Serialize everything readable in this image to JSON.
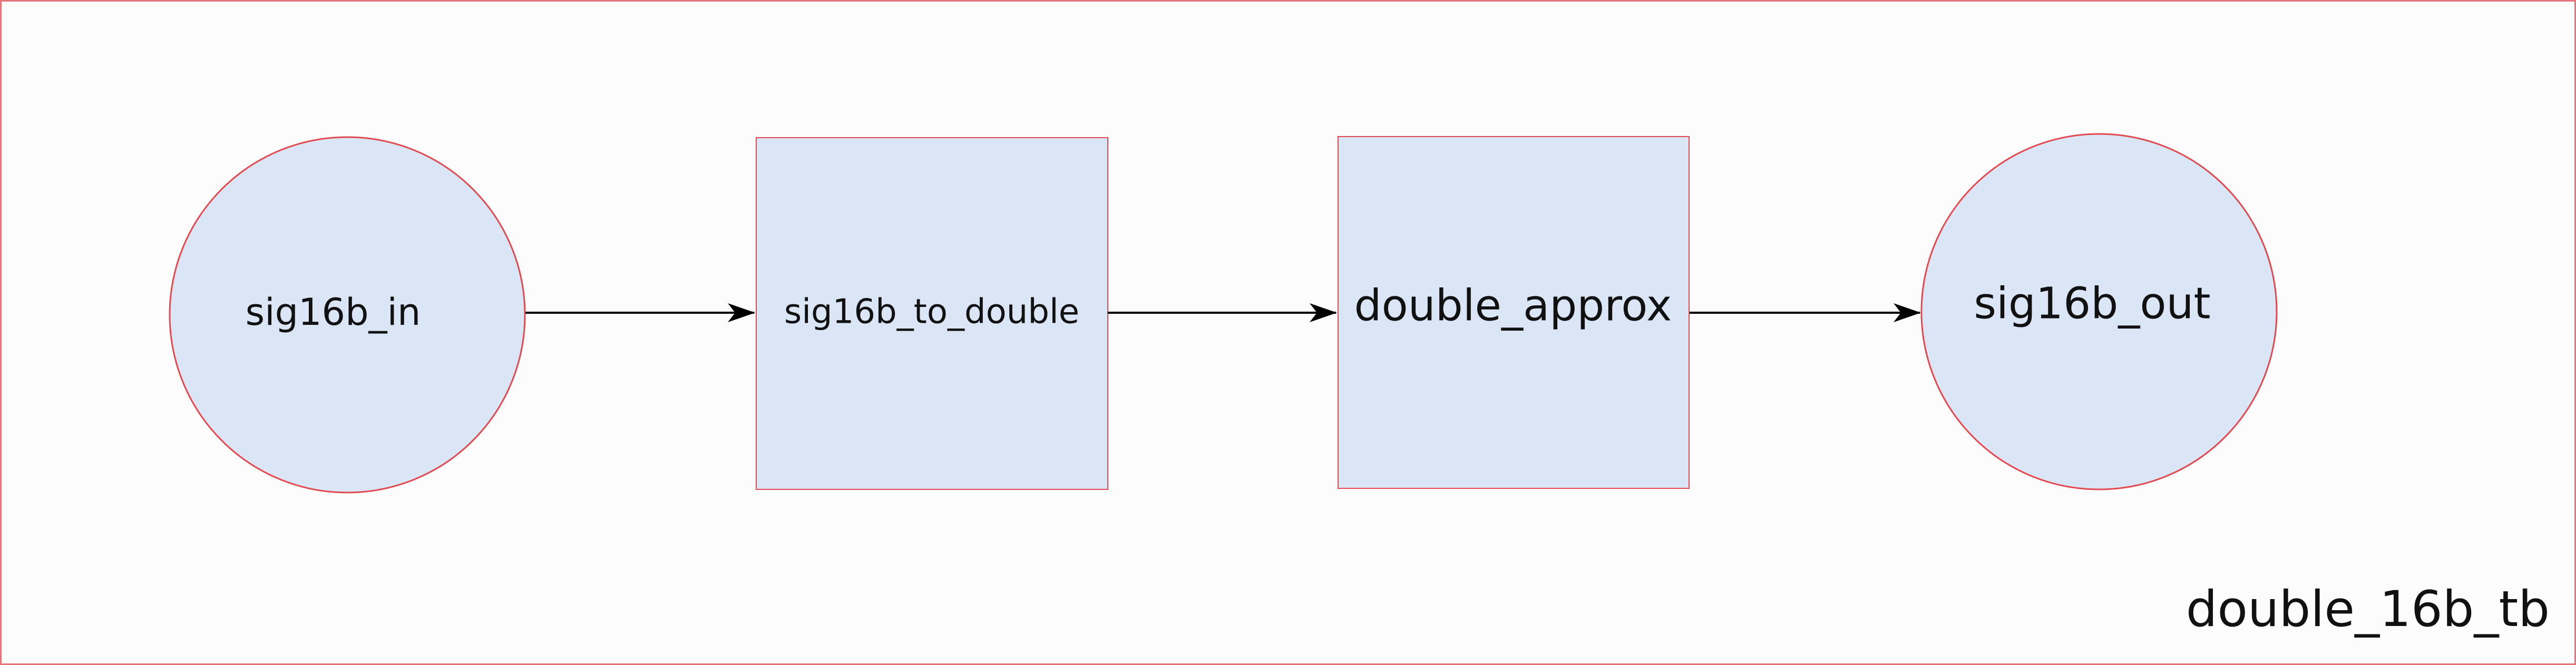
{
  "diagram": {
    "title": "double_16b_tb",
    "nodes": [
      {
        "id": "sig16b_in",
        "shape": "circle",
        "label": "sig16b_in"
      },
      {
        "id": "sig16b_to_double",
        "shape": "rect",
        "label": "sig16b_to_double"
      },
      {
        "id": "double_approx",
        "shape": "rect",
        "label": "double_approx"
      },
      {
        "id": "sig16b_out",
        "shape": "circle",
        "label": "sig16b_out"
      }
    ],
    "edges": [
      {
        "from": "sig16b_in",
        "to": "sig16b_to_double"
      },
      {
        "from": "sig16b_to_double",
        "to": "double_approx"
      },
      {
        "from": "double_approx",
        "to": "sig16b_out"
      }
    ],
    "colors": {
      "node_fill": "#dae5f5",
      "node_stroke": "#e34a50",
      "frame_stroke": "#e8747c",
      "background": "#fcfcfc",
      "arrow": "#000000",
      "text": "#111111"
    }
  }
}
